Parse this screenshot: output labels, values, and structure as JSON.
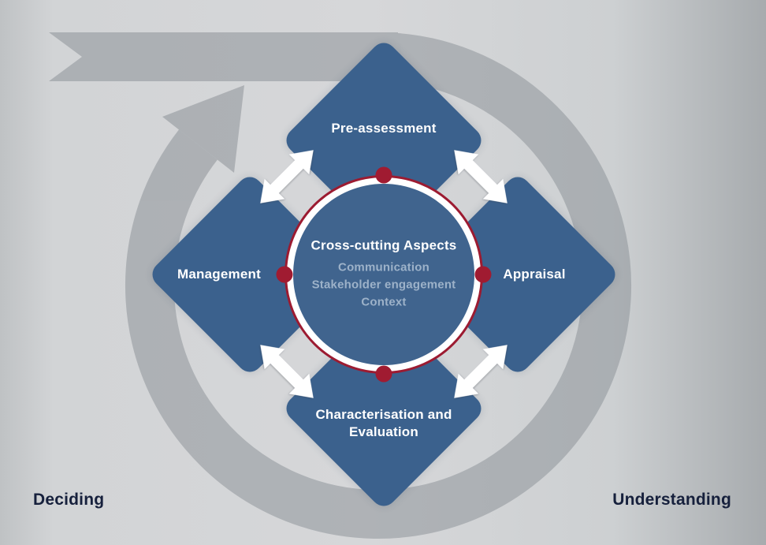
{
  "diagram": {
    "phases": [
      {
        "id": "pre-assessment",
        "label": "Pre-assessment"
      },
      {
        "id": "appraisal",
        "label": "Appraisal"
      },
      {
        "id": "characterisation",
        "label": "Characterisation and Evaluation"
      },
      {
        "id": "management",
        "label": "Management"
      }
    ],
    "center": {
      "title": "Cross-cutting Aspects",
      "items": [
        "Communication",
        "Stakeholder engagement",
        "Context"
      ]
    },
    "sides": {
      "left": "Deciding",
      "right": "Understanding"
    },
    "icons": {
      "cycle_arrow": "circular-flow-arrow",
      "double_arrow": "double-headed-arrow",
      "node_dot": "red-node-dot"
    },
    "colors": {
      "diamond_blue": "#3b618d",
      "circle_blue": "#40648e",
      "accent_red": "#a01b31",
      "ring_red": "#9c1b31",
      "aspect_text": "#9db2c9",
      "cycle_gray": "#878d93",
      "corner_text": "#16203c"
    }
  }
}
